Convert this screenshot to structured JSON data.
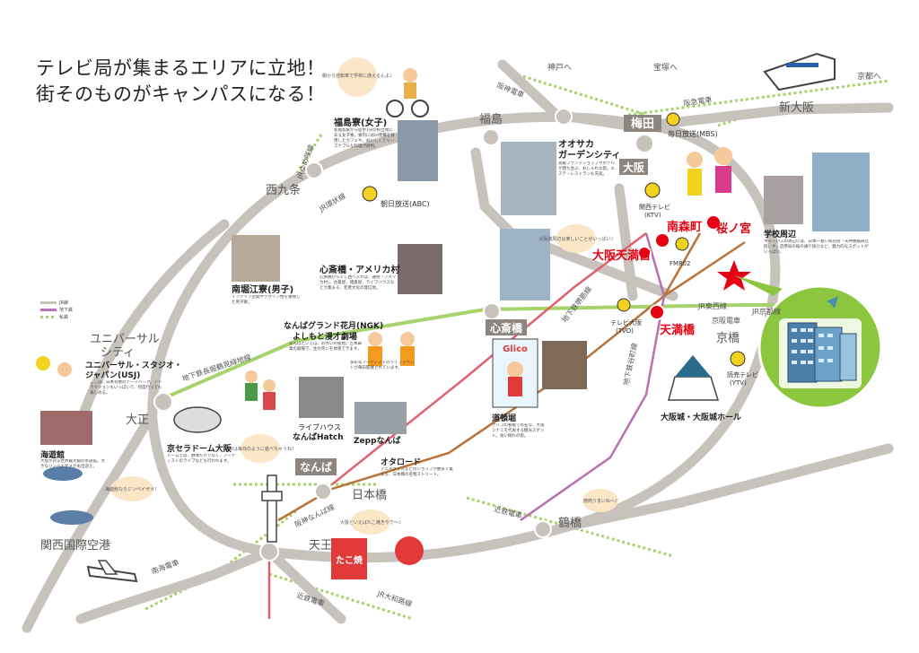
{
  "title_line1": "テレビ局が集まるエリアに立地！",
  "title_line2": "街そのものがキャンパスになる！",
  "legend": {
    "jr": "JR線",
    "subway": "地下鉄",
    "private": "私鉄"
  },
  "stations": {
    "umeda": "梅田",
    "osaka": "大阪",
    "shin_osaka": "新大阪",
    "fukushima": "福島",
    "nishikujo": "西九条",
    "usj_station": "ユニバーサル\nシティ",
    "taisho": "大正",
    "namba": "なんば",
    "nipponbashi": "日本橋",
    "tennoji": "天王寺",
    "tsuruhashi": "鶴橋",
    "kyobashi": "京橋",
    "shinsaibashi": "心斎橋",
    "minamimorimachi": "南森町",
    "osaka_tenmangu": "大阪天満宮",
    "tenmabashi": "天満橋",
    "sakuranomiya": "桜ノ宮",
    "kansai_airport": "関西国際空港"
  },
  "directions": {
    "kobe": "神戸へ",
    "takarazuka": "宝塚へ",
    "kyoto": "京都へ"
  },
  "lines": {
    "hanshin": "阪神電車",
    "hankyu": "阪急電車",
    "jr_kyoto": "JR京都線",
    "jr_tozai": "JR東西線",
    "keihan": "京阪電車",
    "jr_loop": "JR環状線",
    "yumesaki": "JRゆめ咲線",
    "sakaisuji": "地下鉄堺筋線",
    "nagahori": "地下鉄長堀鶴見緑地線",
    "tanimachi": "地下鉄谷町線",
    "kintetsu": "近鉄電車",
    "nankai": "南海電車",
    "jr_yamatoji": "JR大和路線",
    "kintetsu2": "近鉄電車",
    "hanshin_namba": "阪神なんば線"
  },
  "tv": {
    "mbs": "毎日放送(MBS)",
    "abc": "朝日放送(ABC)",
    "ktv": "関西テレビ\n(KTV)",
    "fm802": "FM802",
    "tvo": "テレビ大阪\n(TVO)",
    "ytv": "読売テレビ\n(YTV)"
  },
  "spots": {
    "fukushima_dorm": {
      "title": "福島寮(女子)",
      "desc": "新福島駅から徒歩1分の好立地にある女子寮。寮内にはIH完備を採用したカフェや、おいしくてリーズナブルな料理が評判。"
    },
    "garden_city": {
      "title": "オオサカ\nガーデンシティ",
      "desc": "高級ブランドショップやホテルが建ち並ぶ、おしゃれな街。エステ・レストランも充実。"
    },
    "minamihorie_dorm": {
      "title": "南堀江寮(男子)",
      "desc": "インテリア空間やデザイン性を重視した男子寮。"
    },
    "shinsaibashi_america": {
      "title": "心斎橋・アメリカ村",
      "desc": "心斎橋から少し西へ入れば、通称「アメリカ村」。古着屋、雑貨屋、ライブハウスなどが集まる、若者文化の発信地。"
    },
    "ngk": {
      "title": "なんばグランド花月(NGK)\nよしもと漫才劇場",
      "desc": "なんばといえば、お笑いの聖地。吉本興業の劇場で、生の笑いを体感できます。"
    },
    "livehouse": {
      "title": "ライブハウス\nなんばHatch",
      "desc": "多彩なアーティストのライブイベントが毎日開催されています。"
    },
    "zepp": {
      "title": "Zeppなんば"
    },
    "kyocera": {
      "title": "京セラドーム大阪",
      "desc": "ドームでは、野球だけでなく、アーティストのライブなども行われます。"
    },
    "usj": {
      "title": "ユニバーサル・スタジオ・\nジャパン(USJ)",
      "desc": "ここは、日本有数のテーマパーク。アトラクションもいっぱいで、何度行っても楽しめる。"
    },
    "kaiyukan": {
      "title": "海遊館",
      "desc": "大阪が誇る世界最大級の水族館。大きなジンベエザメがお出迎え。"
    },
    "otaroad": {
      "title": "オタロード",
      "desc": "アニメグッズなどのショップが数多く集まる、日本橋の名物ストリート。"
    },
    "dotonbori": {
      "title": "道頓堀",
      "desc": "グリコの看板で有名な、大阪ミナミを代表する観光スポット。食い倒れの街。"
    },
    "castle": {
      "title": "大阪城・大阪城ホール"
    },
    "school_area": {
      "title": "学校周辺",
      "desc": "キャンパスの周辺には、日本一長い商店街「天神橋筋商店街」や、造幣局の桜の通り抜けなど、魅力的なスポットがいっぱい。"
    }
  },
  "bubbles": {
    "fukushima": "朝から自転車で学校に通えるんよ♪",
    "tenma": "大阪城周辺は楽しいことがいっぱい♪",
    "namba": "週末は毎日のように遊べちゃうね！",
    "kaiyukan": "海遊館ならジンベイザメ！",
    "tennoji": "大阪といえばたこ焼きやで〜♪",
    "tsuruhashi": "焼肉うまいね〜♪"
  },
  "signs": {
    "glico": "Glico",
    "takoyaki": "たこ焼"
  },
  "colors": {
    "jr_loop": "#c7c2bc",
    "jr_other": "#c7c2bc",
    "keihan_green": "#a6d36c",
    "subway_orange": "#b8733a",
    "subway_purple": "#b96fb0",
    "subway_red": "#e06070",
    "station_red": "#e60012",
    "label_box": "#8c8580",
    "campus_green": "#8cc63f",
    "star": "#e60012"
  }
}
